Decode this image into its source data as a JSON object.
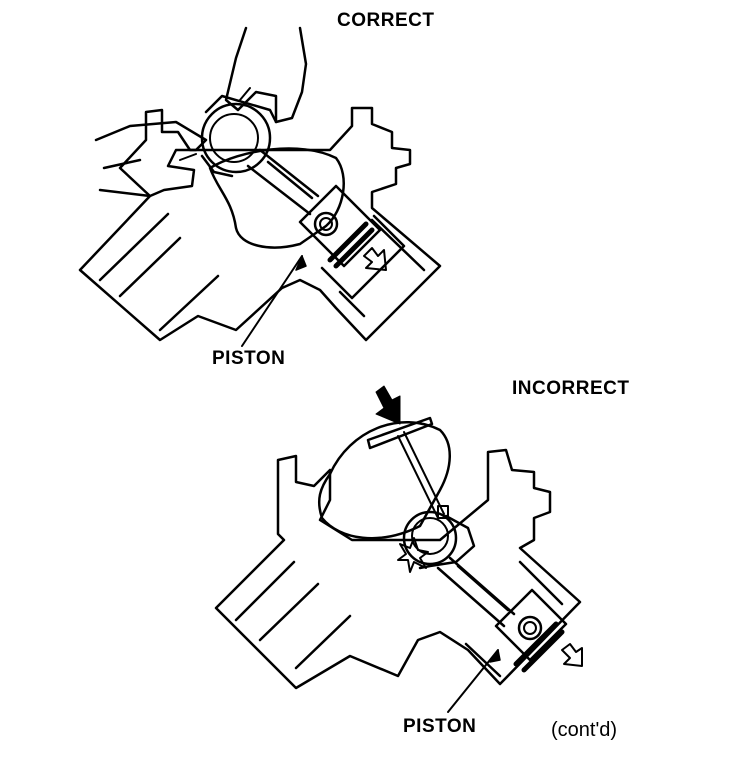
{
  "labels": {
    "correct": "CORRECT",
    "incorrect": "INCORRECT",
    "piston_top": "PISTON",
    "piston_bottom": "PISTON",
    "contd": "(cont'd)"
  },
  "colors": {
    "ink": "#000000",
    "paper": "#ffffff"
  },
  "icons": {
    "push_arrow": "solid-down-arrow",
    "motion_arrow": "hollow-arrow"
  }
}
